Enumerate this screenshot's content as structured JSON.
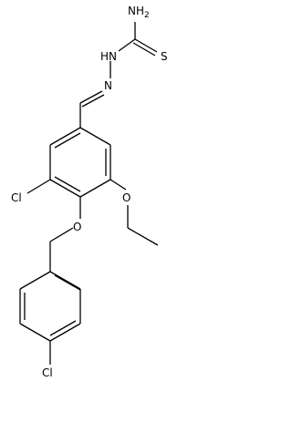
{
  "diagram": {
    "type": "chemical-structure",
    "atoms": {
      "nh2": "NH",
      "nh2_subscript": "2",
      "s": "S",
      "nh": "HN",
      "n": "N",
      "cl_ring": "Cl",
      "o_ether": "O",
      "o_ethoxy": "O",
      "cl_benzyl": "Cl"
    },
    "colors": {
      "bond": "#000000",
      "label": "#000000",
      "background": "#ffffff"
    }
  }
}
